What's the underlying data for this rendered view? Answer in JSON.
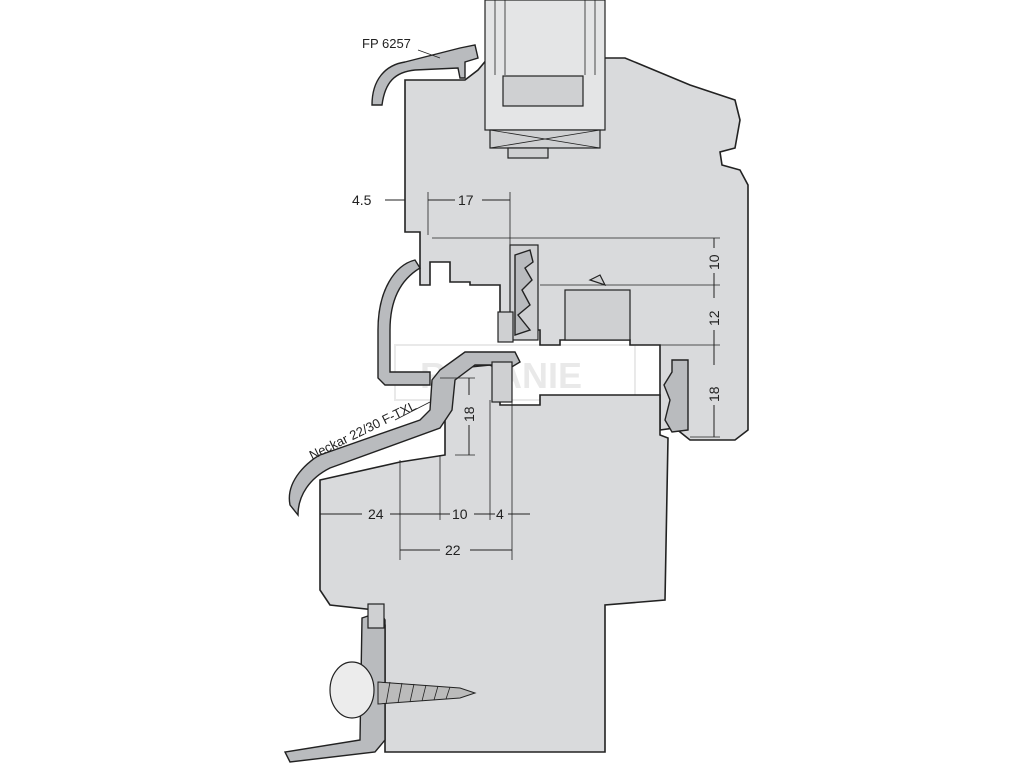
{
  "labels": {
    "fp_profile": "FP 6257",
    "sill_profile": "Neckar 22/30 F-TXL"
  },
  "dimensions": {
    "d_4_5": "4.5",
    "d_17": "17",
    "d_10_right": "10",
    "d_12_right": "12",
    "d_18_right": "18",
    "d_18_center": "18",
    "d_24": "24",
    "d_10_bottom": "10",
    "d_4": "4",
    "d_22": "22"
  },
  "watermark": "ROLANIE"
}
